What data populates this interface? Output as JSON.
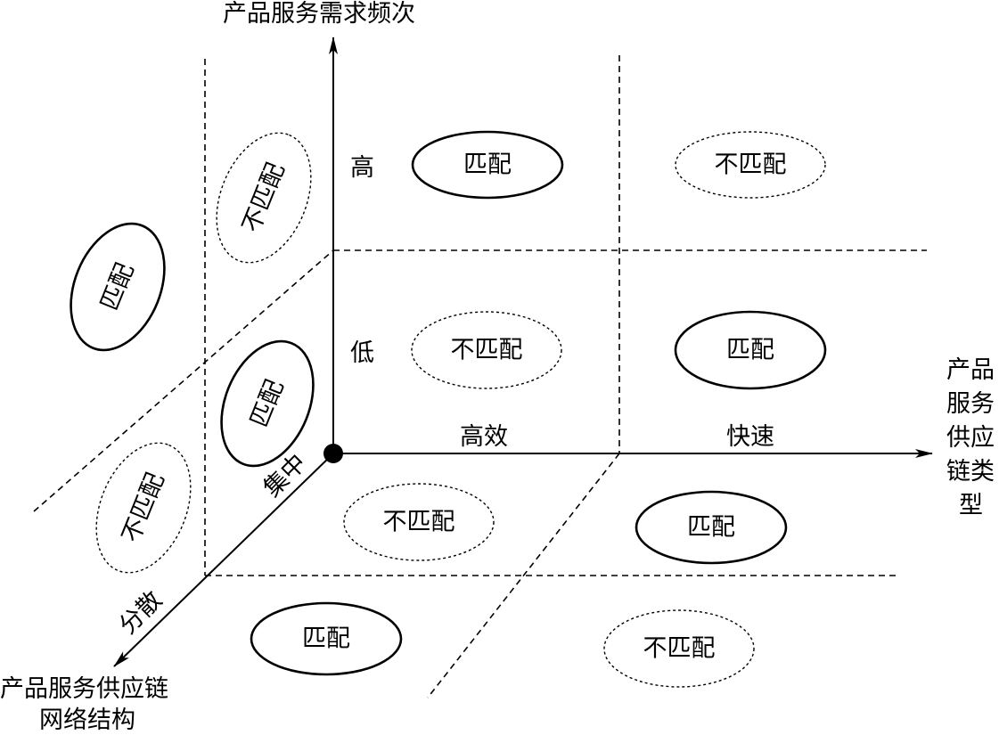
{
  "axes": {
    "vertical": {
      "title": "产品服务需求频次",
      "ticks": [
        "高",
        "低"
      ]
    },
    "horizontal": {
      "title_lines": [
        "产品",
        "服务",
        "供应",
        "链类",
        "型"
      ],
      "ticks": [
        "高效",
        "快速"
      ]
    },
    "depth": {
      "title_lines": [
        "产品服务供应链",
        "网络结构"
      ],
      "ticks": [
        "集中",
        "分散"
      ]
    }
  },
  "cells": {
    "front_high_efficient": "匹配",
    "front_high_fast": "不匹配",
    "front_low_efficient": "不匹配",
    "front_low_fast": "匹配",
    "bottom_centralized_efficient": "不匹配",
    "bottom_centralized_fast": "匹配",
    "bottom_dispersed_efficient": "匹配",
    "bottom_dispersed_fast": "不匹配",
    "left_high_centralized": "不匹配",
    "left_high_dispersed": "匹配",
    "left_low_centralized": "匹配",
    "left_low_dispersed": "不匹配"
  }
}
